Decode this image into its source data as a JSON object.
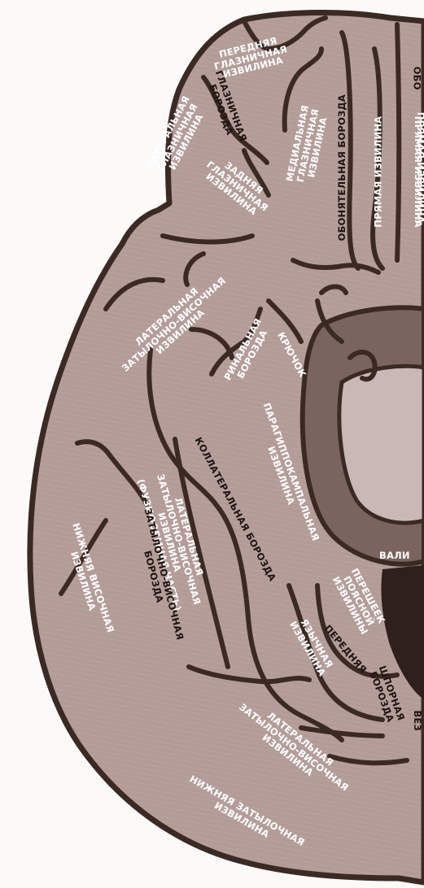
{
  "labels": {
    "anterior_orbital_gyrus": [
      "ПЕРЕДНЯЯ",
      "ГЛАЗНИЧНАЯ",
      "ИЗВИЛИНА"
    ],
    "orbital_sulcus": [
      "ГЛАЗНИЧНАЯ",
      "БОРОЗДА"
    ],
    "lateral_orbital_gyrus": [
      "ЛАТЕРАЛЬНАЯ",
      "ГЛАЗНИЧНАЯ",
      "ИЗВИЛИНА"
    ],
    "medial_orbital_gyrus": [
      "МЕДИАЛЬНАЯ",
      "ГЛАЗНИЧНАЯ",
      "ИЗВИЛИНА"
    ],
    "olfactory_sulcus": "ОБОНЯТЕЛЬНАЯ БОРОЗДА",
    "straight_gyrus_1": "ПРЯМАЯ ИЗВИЛИНА",
    "straight_gyrus_2": "ПРЯМАЯ ИЗВИЛИНА",
    "posterior_orbital_gyrus": [
      "ЗАДНЯЯ",
      "ГЛАЗНИЧНАЯ",
      "ИЗВИЛИНА"
    ],
    "lateral_occipitotemporal_gyrus_top": [
      "ЛАТЕРАЛЬНАЯ",
      "ЗАТЫЛОЧНО-ВИСОЧНАЯ",
      "ИЗВИЛИНА"
    ],
    "rhinal_sulcus": [
      "РИНАЛЬНАЯ",
      "БОРОЗДА"
    ],
    "uncus": "КРЮЧОК",
    "parahippocampal_gyrus": [
      "ПАРАГИППОКАМПАЛЬНАЯ",
      "ИЗВИЛИНА"
    ],
    "collateral_sulcus": "КОЛЛАТЕРАЛЬНАЯ БОРОЗДА",
    "fusiform": [
      "ЛАТЕРАЛЬНАЯ",
      "ЗАТЫЛОЧНО-ВИСОЧНАЯ",
      "ИЗВИЛИНА",
      "(ФУЗИФОРМНАЯ ЧАСТЬ)"
    ],
    "occipitotemporal_sulcus": [
      "ЗАТЫЛОЧНО-ВИСОЧНАЯ",
      "БОРОЗДА"
    ],
    "inferior_temporal_gyrus": [
      "НИЖНЯЯ ВИСОЧНАЯ",
      "ИЗВИЛИНА"
    ],
    "isthmus": [
      "ПЕРЕШЕЕК",
      "ПОЯСНОЙ",
      "ИЗВИЛИНЫ"
    ],
    "lingual_gyrus": [
      "ЯЗЫЧНАЯ",
      "ИЗВИЛИНА"
    ],
    "anterior": "ПЕРЕДНЯЯ",
    "calcarine_sulcus": [
      "ШПОРНАЯ",
      "БОРОЗДА"
    ],
    "lateral_occipitotemporal_gyrus_bottom": [
      "ЛАТЕРАЛЬНАЯ",
      "ЗАТЫЛОЧНО-ВИСОЧНАЯ",
      "ИЗВИЛИНА"
    ],
    "inferior_occipital_gyrus": [
      "НИЖНЯЯ ЗАТЫЛОЧНАЯ",
      "ИЗВИЛИНА"
    ],
    "splenium_cut": "ВАЛИ",
    "top_right_cut": "ОБО",
    "right_edge_top_cut": "ПРЯМАЯ ИЗВИЛИНА",
    "bottom_right_cut": "ВЕЗ"
  },
  "colors": {
    "brain_fill": "#b39c98",
    "sulcus_line": "#3b2a24",
    "label_white": "#ffffff",
    "label_dark": "#1e1410",
    "page_bg": "#fbfaf9",
    "deep_structures": "#7a645f",
    "medial_fill": "#c9b8b5"
  }
}
